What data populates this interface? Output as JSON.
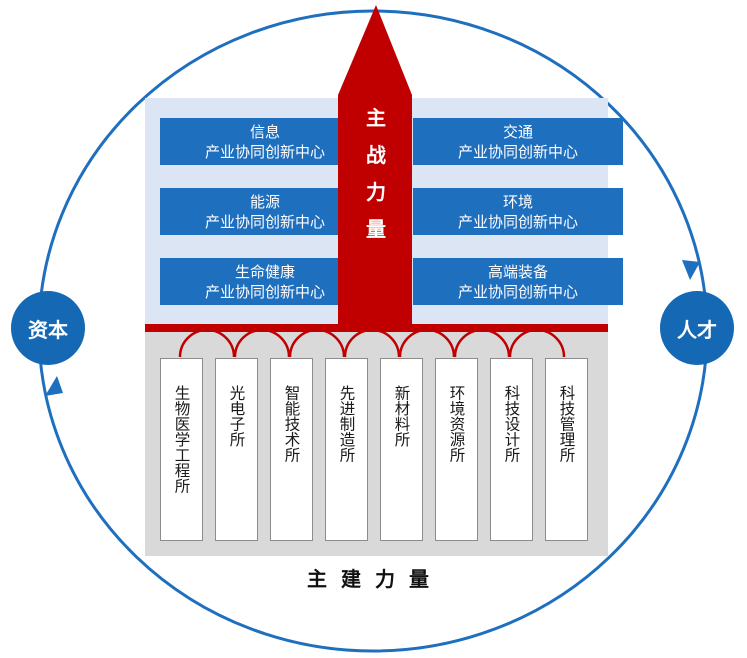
{
  "center": {
    "arrow_label": [
      "主",
      "战",
      "力",
      "量"
    ],
    "boxes": [
      {
        "line1": "信息",
        "line2": "产业协同创新中心"
      },
      {
        "line1": "交通",
        "line2": "产业协同创新中心"
      },
      {
        "line1": "能源",
        "line2": "产业协同创新中心"
      },
      {
        "line1": "环境",
        "line2": "产业协同创新中心"
      },
      {
        "line1": "生命健康",
        "line2": "产业协同创新中心"
      },
      {
        "line1": "高端装备",
        "line2": "产业协同创新中心"
      }
    ]
  },
  "institutes": [
    "生物医学工程所",
    "光电子所",
    "智能技术所",
    "先进制造所",
    "新材料所",
    "环境资源所",
    "科技设计所",
    "科技管理所"
  ],
  "bottom_label": "主建力量",
  "cycle": {
    "left": "资本",
    "right": "人才"
  },
  "colors": {
    "blue": "#1f6fbf",
    "circle_blue": "#1468b4",
    "red": "#c00000",
    "upper_bg": "#dbe5f4",
    "lower_bg": "#d9d9d9"
  }
}
